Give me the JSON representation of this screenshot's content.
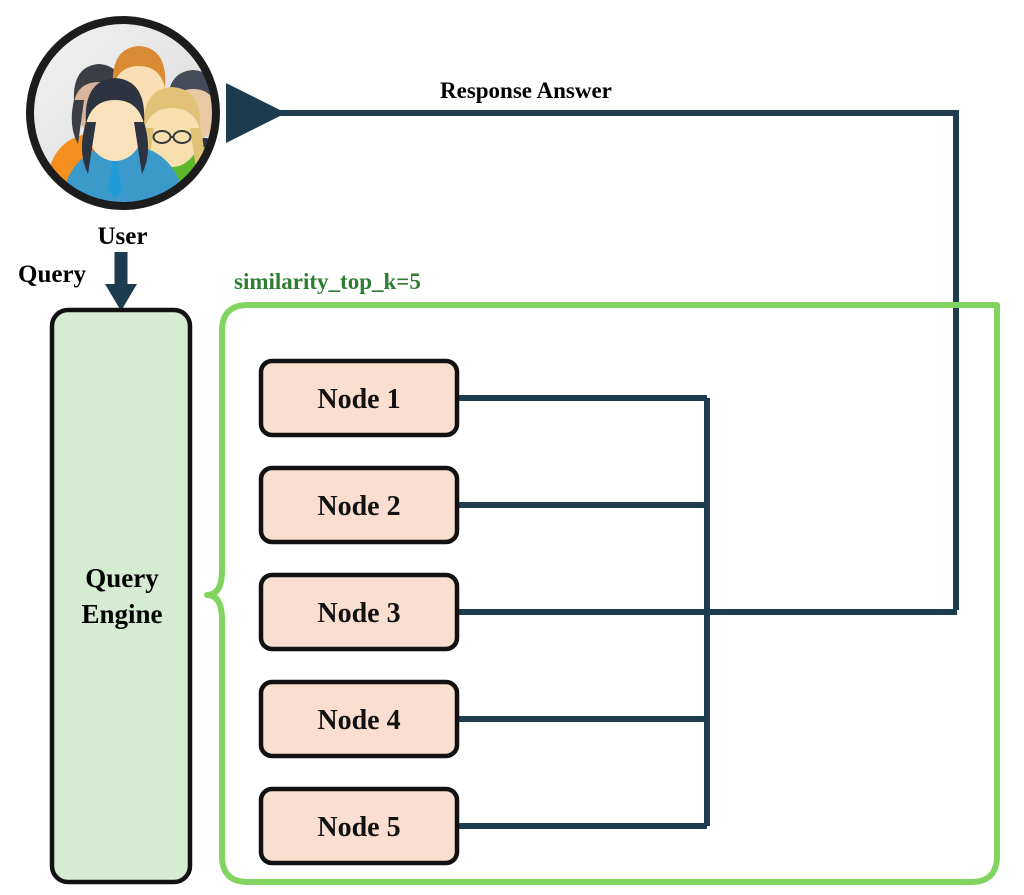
{
  "diagram": {
    "title_text_elements": {
      "user_label": "User",
      "query_label": "Query",
      "response_label": "Response Answer",
      "similarity_top_k_label": "similarity_top_k=5",
      "query_engine_label_line1": "Query",
      "query_engine_label_line2": "Engine"
    },
    "nodes": [
      {
        "label": "Node 1"
      },
      {
        "label": "Node 2"
      },
      {
        "label": "Node 3"
      },
      {
        "label": "Node 4"
      },
      {
        "label": "Node 5"
      }
    ],
    "colors": {
      "node_fill": "#fadfd0",
      "node_border": "#111111",
      "query_engine_fill": "#d4ecd0",
      "query_engine_border": "#111111",
      "connector": "#1d3c50",
      "green_accent": "#80d45f",
      "topk_text": "#2e7d32"
    },
    "avatar": {
      "name": "user-group-avatar",
      "ring_color": "#1c1c1c",
      "background": "#e9e9e9",
      "people": [
        {
          "shirt": "#f5901f",
          "hair": "#3b3f45",
          "skin": "#d9b49a"
        },
        {
          "shirt": "#d97a2b",
          "hair": "#d98b33",
          "skin": "#fadfb4"
        },
        {
          "shirt": "#2d3340",
          "hair": "#454c57",
          "skin": "#e8c9a4"
        },
        {
          "shirt": "#3b9ac9",
          "hair": "#2d3340",
          "skin": "#fae3bc",
          "tie": "#1f9cd8"
        },
        {
          "shirt": "#5cb82b",
          "hair": "#e2c277",
          "skin": "#f7e0ae",
          "glasses": true
        }
      ]
    }
  }
}
